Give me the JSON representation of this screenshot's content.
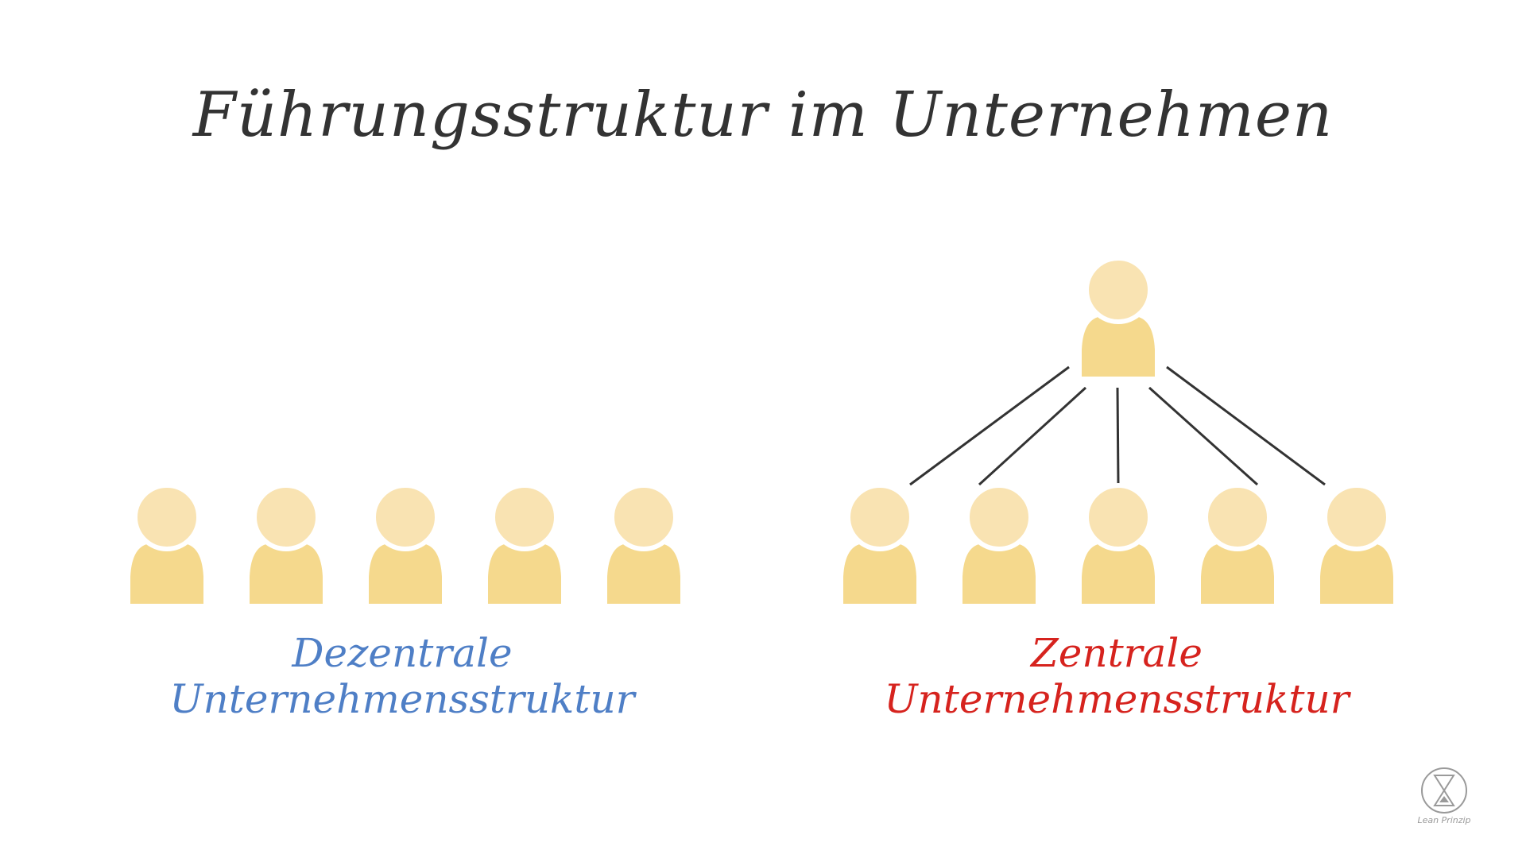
{
  "title": "Führungsstruktur im Unternehmen",
  "left_group": {
    "label": "Dezentrale Unternehmensstruktur",
    "label_color": "#4f7fc6",
    "person_count": 5
  },
  "right_group": {
    "label": "Zentrale Unternehmensstruktur",
    "label_color": "#d6231e",
    "leader_count": 1,
    "person_count": 5
  },
  "colors": {
    "person_head": "#f9e3b2",
    "person_body": "#f5d98d",
    "connector": "#333333"
  },
  "logo": {
    "label": "Lean Prinzip",
    "icon": "hourglass-icon",
    "color": "#9a9a9a"
  }
}
